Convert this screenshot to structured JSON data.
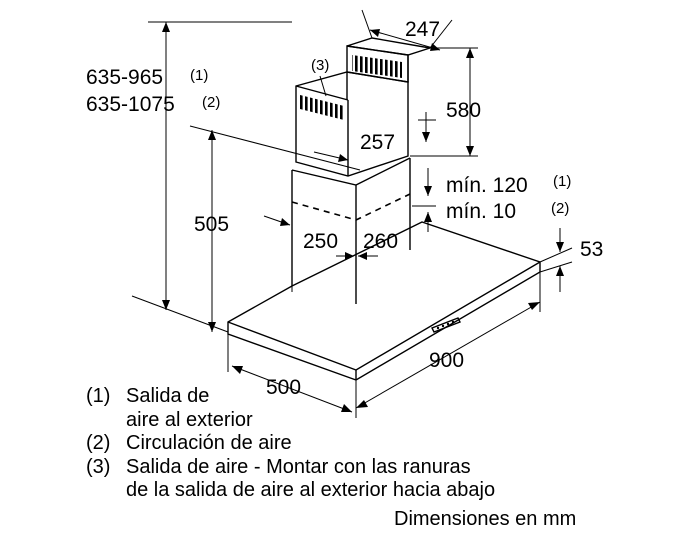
{
  "dimensions": {
    "height_range_1": "635-965",
    "height_range_2": "635-1075",
    "note_1": "(1)",
    "note_2": "(2)",
    "note_3": "(3)",
    "chimney_width": "247",
    "chimney_upper_height": "580",
    "chimney_lower_depth": "257",
    "min_gap_1": "mín. 120",
    "min_gap_2": "mín. 10",
    "chimney_lower_height": "505",
    "chimney_side_250": "250",
    "chimney_side_260": "260",
    "canopy_thickness": "53",
    "hood_width": "900",
    "hood_depth": "500"
  },
  "legend": [
    {
      "num": "(1)",
      "lines": [
        "Salida de",
        "aire al exterior"
      ]
    },
    {
      "num": "(2)",
      "lines": [
        "Circulación de aire"
      ]
    },
    {
      "num": "(3)",
      "lines": [
        "Salida de aire - Montar con las ranuras",
        "de la salida de aire al exterior hacia abajo"
      ]
    }
  ],
  "footer": "Dimensiones en mm"
}
